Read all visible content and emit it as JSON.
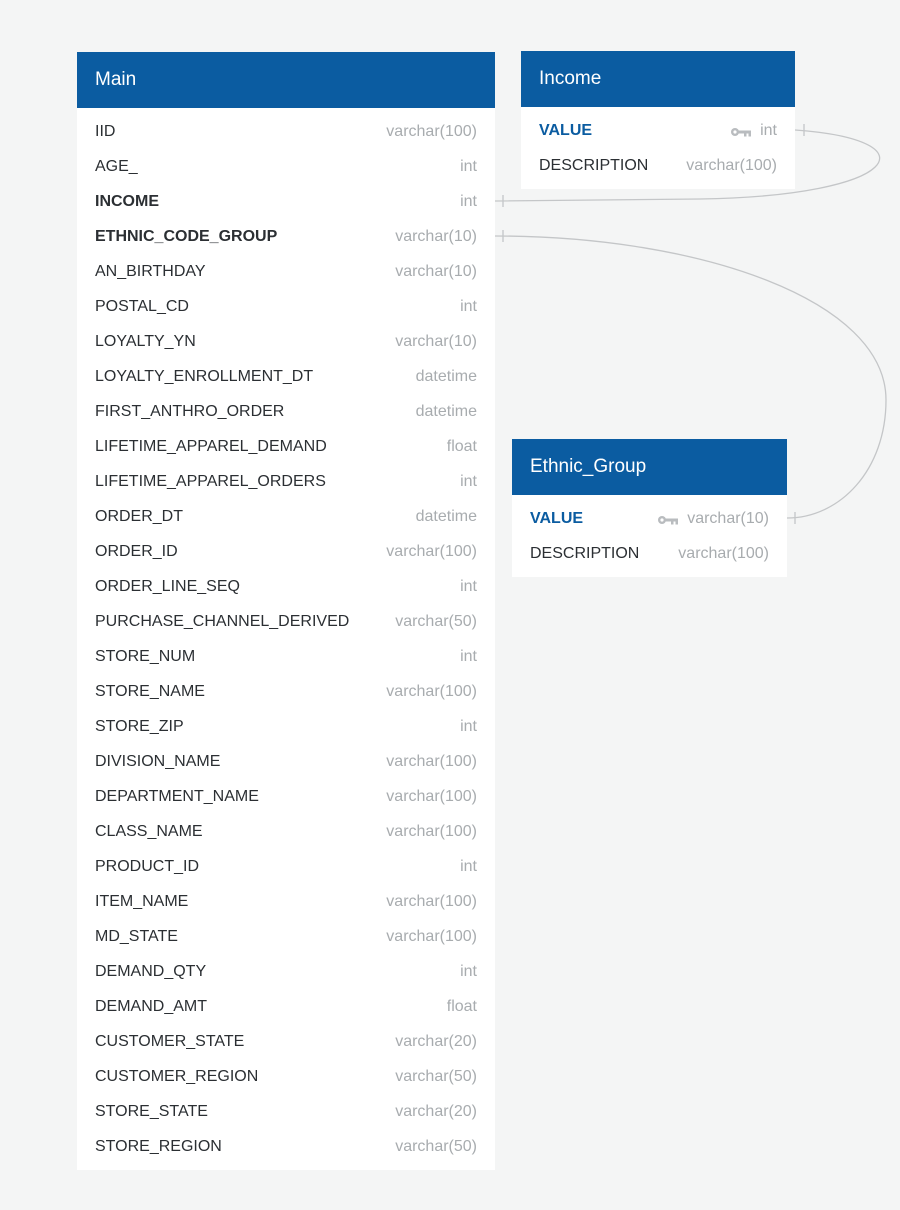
{
  "tables": {
    "main": {
      "title": "Main",
      "columns": [
        {
          "name": "IID",
          "type": "varchar(100)",
          "style": ""
        },
        {
          "name": "AGE_",
          "type": "int",
          "style": ""
        },
        {
          "name": "INCOME",
          "type": "int",
          "style": "bold"
        },
        {
          "name": "ETHNIC_CODE_GROUP",
          "type": "varchar(10)",
          "style": "bold"
        },
        {
          "name": "AN_BIRTHDAY",
          "type": "varchar(10)",
          "style": ""
        },
        {
          "name": "POSTAL_CD",
          "type": "int",
          "style": ""
        },
        {
          "name": "LOYALTY_YN",
          "type": "varchar(10)",
          "style": ""
        },
        {
          "name": "LOYALTY_ENROLLMENT_DT",
          "type": "datetime",
          "style": ""
        },
        {
          "name": "FIRST_ANTHRO_ORDER",
          "type": "datetime",
          "style": ""
        },
        {
          "name": "LIFETIME_APPAREL_DEMAND",
          "type": "float",
          "style": ""
        },
        {
          "name": "LIFETIME_APPAREL_ORDERS",
          "type": "int",
          "style": ""
        },
        {
          "name": "ORDER_DT",
          "type": "datetime",
          "style": ""
        },
        {
          "name": "ORDER_ID",
          "type": "varchar(100)",
          "style": ""
        },
        {
          "name": "ORDER_LINE_SEQ",
          "type": "int",
          "style": ""
        },
        {
          "name": "PURCHASE_CHANNEL_DERIVED",
          "type": "varchar(50)",
          "style": ""
        },
        {
          "name": "STORE_NUM",
          "type": "int",
          "style": ""
        },
        {
          "name": "STORE_NAME",
          "type": "varchar(100)",
          "style": ""
        },
        {
          "name": "STORE_ZIP",
          "type": "int",
          "style": ""
        },
        {
          "name": "DIVISION_NAME",
          "type": "varchar(100)",
          "style": ""
        },
        {
          "name": "DEPARTMENT_NAME",
          "type": "varchar(100)",
          "style": ""
        },
        {
          "name": "CLASS_NAME",
          "type": "varchar(100)",
          "style": ""
        },
        {
          "name": "PRODUCT_ID",
          "type": "int",
          "style": ""
        },
        {
          "name": "ITEM_NAME",
          "type": "varchar(100)",
          "style": ""
        },
        {
          "name": "MD_STATE",
          "type": "varchar(100)",
          "style": ""
        },
        {
          "name": "DEMAND_QTY",
          "type": "int",
          "style": ""
        },
        {
          "name": "DEMAND_AMT",
          "type": "float",
          "style": ""
        },
        {
          "name": "CUSTOMER_STATE",
          "type": "varchar(20)",
          "style": ""
        },
        {
          "name": "CUSTOMER_REGION",
          "type": "varchar(50)",
          "style": ""
        },
        {
          "name": "STORE_STATE",
          "type": "varchar(20)",
          "style": ""
        },
        {
          "name": "STORE_REGION",
          "type": "varchar(50)",
          "style": ""
        }
      ]
    },
    "income": {
      "title": "Income",
      "columns": [
        {
          "name": "VALUE",
          "type": "int",
          "style": "pk",
          "key_icon": "key-icon"
        },
        {
          "name": "DESCRIPTION",
          "type": "varchar(100)",
          "style": ""
        }
      ]
    },
    "ethnic_group": {
      "title": "Ethnic_Group",
      "columns": [
        {
          "name": "VALUE",
          "type": "varchar(10)",
          "style": "pk",
          "key_icon": "key-icon"
        },
        {
          "name": "DESCRIPTION",
          "type": "varchar(100)",
          "style": ""
        }
      ]
    }
  },
  "relationships": [
    {
      "from": "Main.INCOME",
      "to": "Income.VALUE"
    },
    {
      "from": "Main.ETHNIC_CODE_GROUP",
      "to": "Ethnic_Group.VALUE"
    }
  ],
  "colors": {
    "header": "#0b5ca1",
    "primary_key_text": "#0b5ca1",
    "background": "#f4f5f5",
    "type_text": "#a8acaf",
    "connector": "#c4c6c8"
  }
}
